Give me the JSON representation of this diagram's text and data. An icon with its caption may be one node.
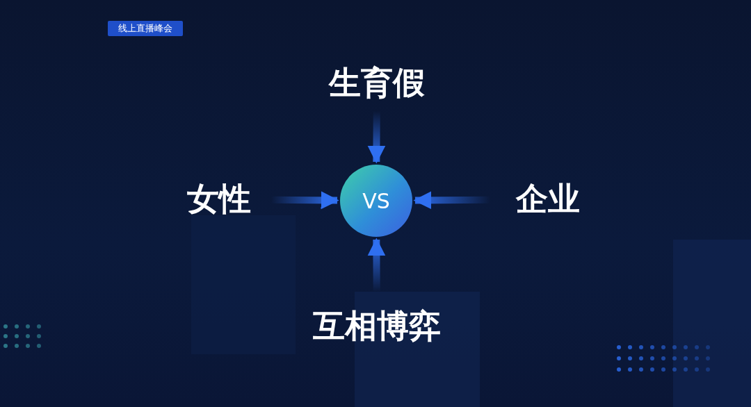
{
  "diagram": {
    "nodes": [
      {
        "text": [
          "生育假"
        ]
      },
      {
        "text": [
          "女性"
        ]
      },
      {
        "text": [
          "VS"
        ]
      },
      {
        "text": [
          "企业"
        ]
      },
      {
        "text": [
          "互相博弈"
        ]
      }
    ],
    "edges": [
      {
        "from": 0,
        "to": 2,
        "arrow": "to"
      },
      {
        "from": 1,
        "to": 2,
        "arrow": "to"
      },
      {
        "from": 3,
        "to": 2,
        "arrow": "to"
      },
      {
        "from": 4,
        "to": 2,
        "arrow": "to"
      }
    ],
    "labels": [
      "线上直播峰会"
    ]
  }
}
